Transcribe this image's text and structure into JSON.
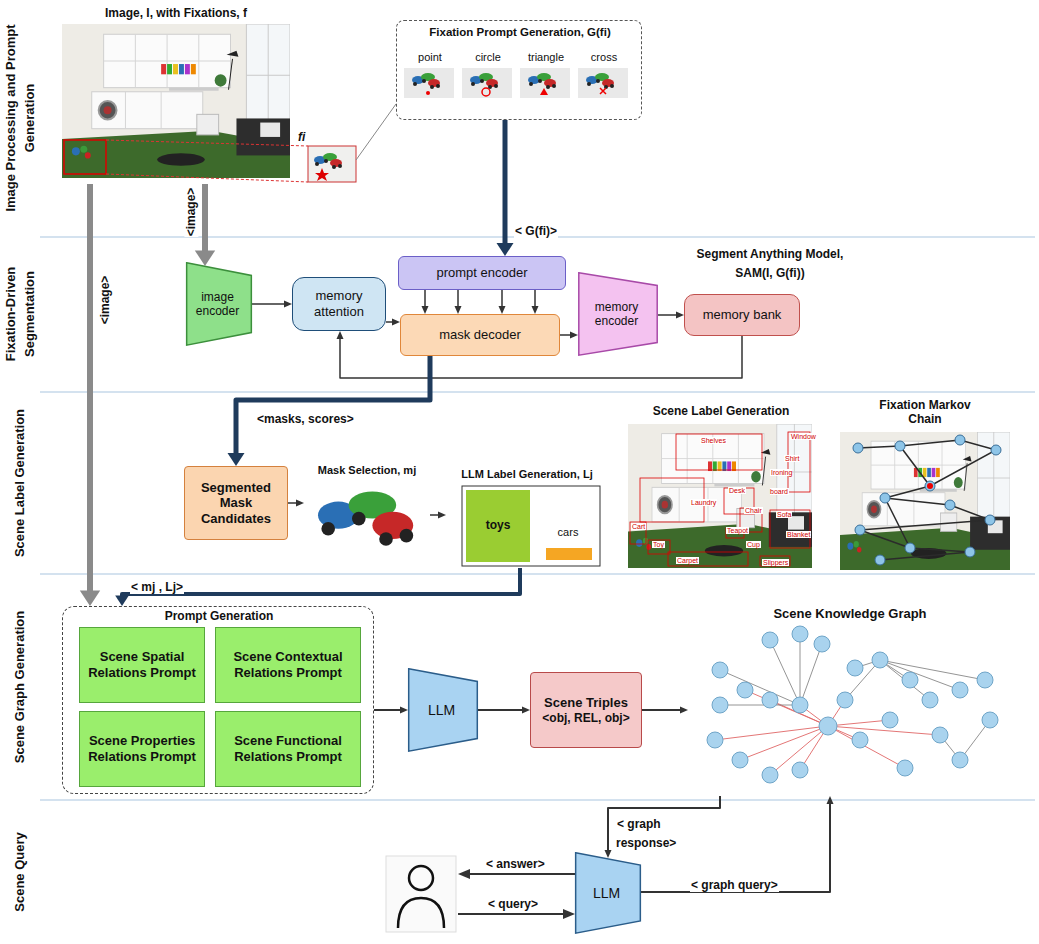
{
  "diagram": {
    "nodes": [
      {
        "text": [
          "Image, I, with Fixations, f"
        ]
      },
      {
        "text": [
          "Fixation Prompt Generation, G(fi)",
          "point",
          "circle",
          "triangle",
          "cross"
        ]
      },
      {
        "text": [
          "image encoder"
        ]
      },
      {
        "text": [
          "memory attention"
        ]
      },
      {
        "text": [
          "prompt encoder"
        ]
      },
      {
        "text": [
          "mask decoder"
        ]
      },
      {
        "text": [
          "memory encoder"
        ]
      },
      {
        "text": [
          "memory bank"
        ]
      },
      {
        "text": [
          "Segmented Mask Candidates"
        ]
      },
      {
        "text": [
          "Mask Selection, mj"
        ]
      },
      {
        "text": [
          "LLM Label Generation, Lj",
          "toys",
          "cars"
        ]
      },
      {
        "text": [
          "Scene Label Generation"
        ]
      },
      {
        "text": [
          "Fixation Markov Chain"
        ]
      },
      {
        "text": [
          "Prompt Generation"
        ]
      },
      {
        "text": [
          "Scene Spatial Relations Prompt"
        ],
        "in": 13
      },
      {
        "text": [
          "Scene Contextual Relations Prompt"
        ],
        "in": 13
      },
      {
        "text": [
          "Scene Properties Relations Prompt"
        ],
        "in": 13
      },
      {
        "text": [
          "Scene Functional Relations Prompt"
        ],
        "in": 13
      },
      {
        "text": [
          "LLM"
        ]
      },
      {
        "text": [
          "Scene Triples",
          "<obj, REL, obj>"
        ]
      },
      {
        "text": [
          "Scene Knowledge Graph"
        ]
      },
      {
        "text": [
          "LLM"
        ]
      }
    ],
    "edges": [
      {
        "from": 0,
        "to": 2,
        "arrow": "to",
        "label": "<image>"
      },
      {
        "from": 0,
        "to": 13,
        "arrow": "to",
        "label": "<image>"
      },
      {
        "from": 1,
        "to": 4,
        "arrow": "to",
        "label": "< G(fi)>"
      },
      {
        "from": 2,
        "to": 3,
        "arrow": "to"
      },
      {
        "from": 3,
        "to": 5,
        "arrow": "to"
      },
      {
        "from": 4,
        "to": 5,
        "arrow": "to"
      },
      {
        "from": 5,
        "to": 6,
        "arrow": "to"
      },
      {
        "from": 6,
        "to": 7,
        "arrow": "to"
      },
      {
        "from": 7,
        "to": 3,
        "arrow": "to"
      },
      {
        "from": 5,
        "to": 8,
        "arrow": "to",
        "label": "<masks, scores>"
      },
      {
        "from": 8,
        "to": 9,
        "arrow": "to"
      },
      {
        "from": 9,
        "to": 10,
        "arrow": "to"
      },
      {
        "from": 10,
        "to": 13,
        "arrow": "to",
        "label": "< mj , Lj>"
      },
      {
        "from": 13,
        "to": 18,
        "arrow": "to"
      },
      {
        "from": 18,
        "to": 19,
        "arrow": "to"
      },
      {
        "from": 19,
        "to": 20,
        "arrow": "to"
      },
      {
        "from": 20,
        "to": 21,
        "arrow": "to",
        "label": "< graph response>"
      },
      {
        "from": 21,
        "to": 20,
        "arrow": "to",
        "label": "< graph query>"
      }
    ],
    "labels": [
      "Image Processing and Prompt Generation",
      "Fixation-Driven Segmentation",
      "Scene Label Generation",
      "Scene Graph Generation",
      "Scene Query",
      "fi",
      "Segment Anything Model, SAM(I, G(fi))",
      "Shelves",
      "Window",
      "Shirt",
      "Ironing board",
      "Laundry",
      "Desk",
      "Chair",
      "Sofa",
      "Blanket",
      "Cart",
      "Toy",
      "Teapot",
      "Cup",
      "Carpet",
      "Slippers",
      "< answer>",
      "< query>"
    ]
  }
}
